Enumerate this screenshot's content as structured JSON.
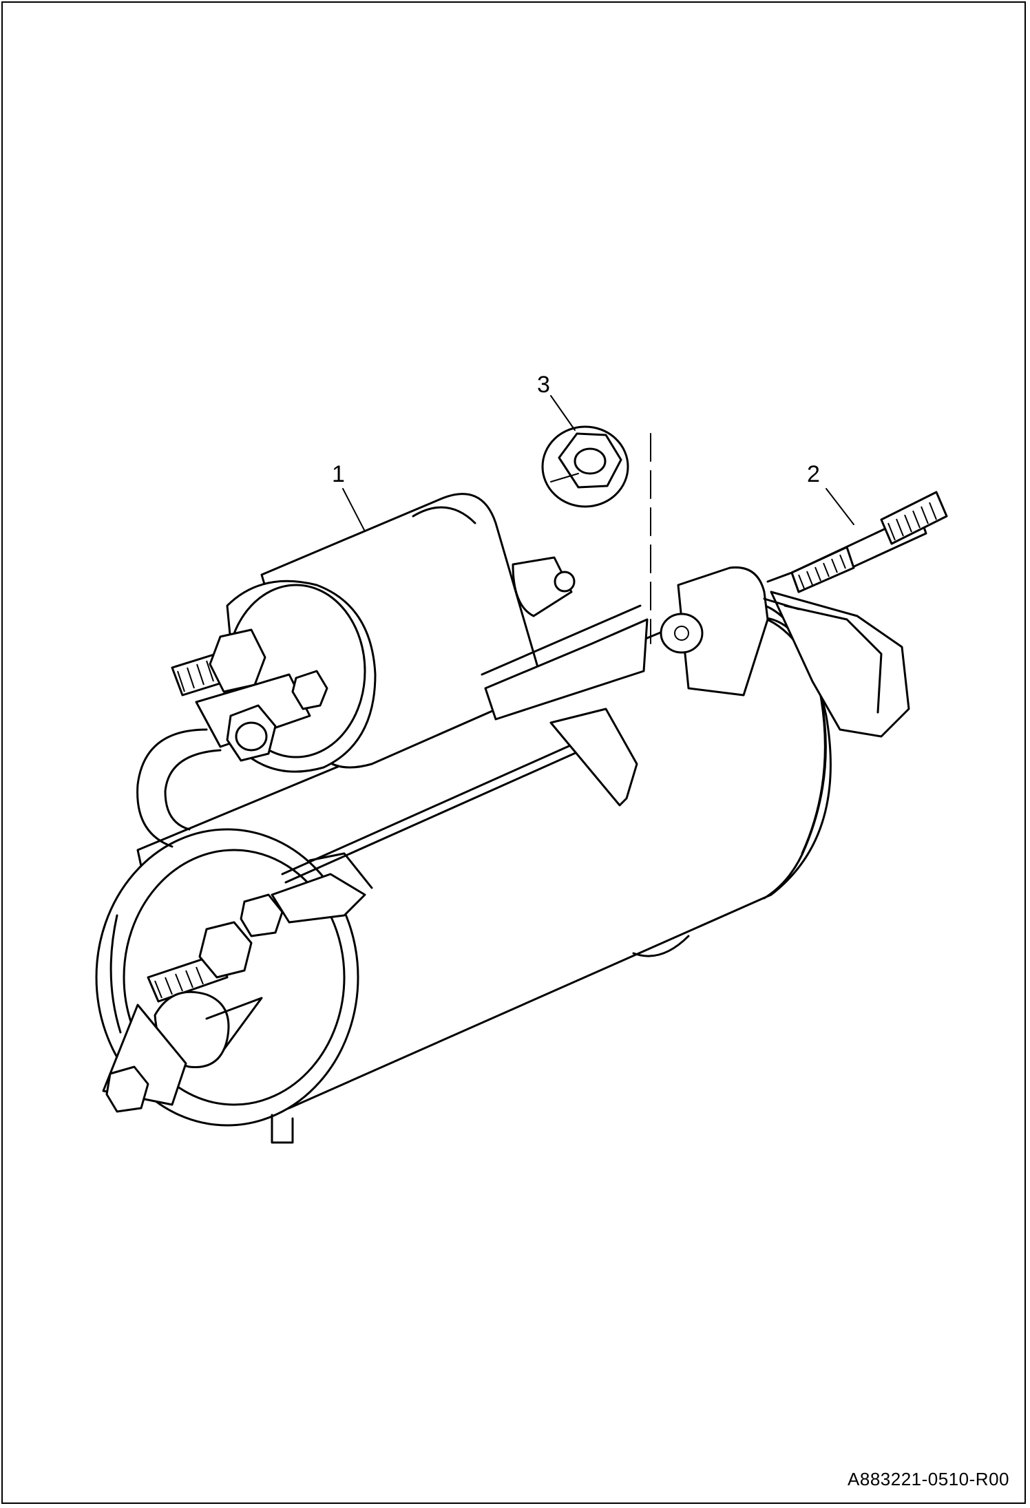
{
  "diagram": {
    "callouts": [
      {
        "id": "callout-1",
        "label": "1"
      },
      {
        "id": "callout-2",
        "label": "2"
      },
      {
        "id": "callout-3",
        "label": "3"
      }
    ],
    "document_id": "A883221-0510-R00"
  }
}
